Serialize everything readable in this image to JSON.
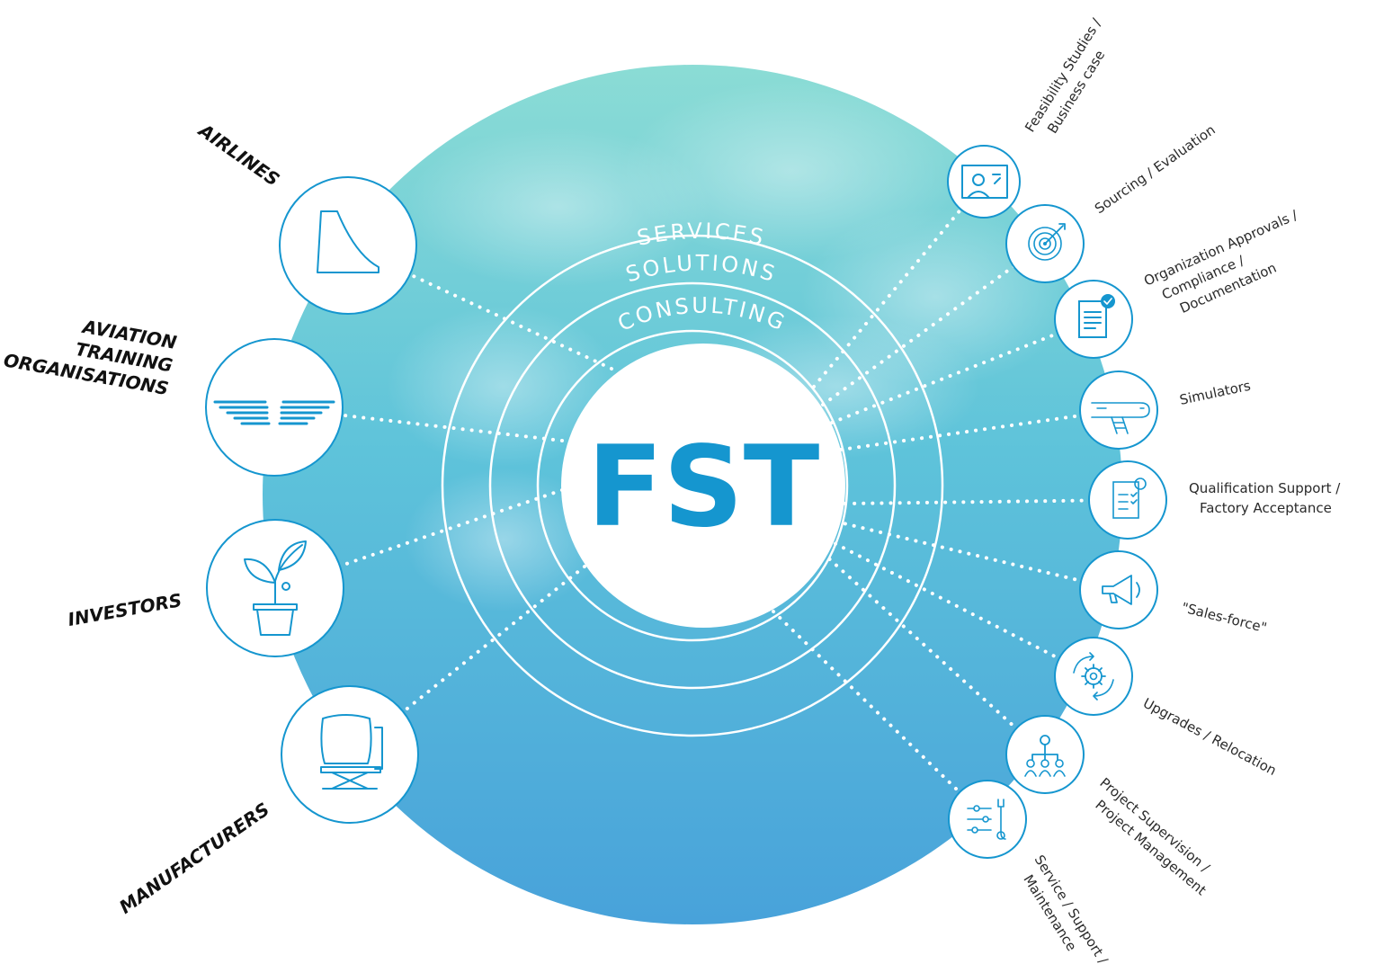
{
  "diagram": {
    "center_text": "FST",
    "ring_words": [
      "SERVICES",
      "SOLUTIONS",
      "CONSULTING"
    ],
    "colors": {
      "accent": "#1596cf",
      "circle_top": "#86dbd6",
      "circle_bottom": "#4aa3da",
      "ink": "#111111"
    },
    "clients": [
      {
        "label_lines": [
          "AIRLINES"
        ],
        "icon": "tail-fin-icon"
      },
      {
        "label_lines": [
          "AVIATION",
          "TRAINING",
          "ORGANISATIONS"
        ],
        "icon": "wings-icon"
      },
      {
        "label_lines": [
          "INVESTORS"
        ],
        "icon": "plant-icon"
      },
      {
        "label_lines": [
          "MANUFACTURERS"
        ],
        "icon": "simulator-seat-icon"
      }
    ],
    "services": [
      {
        "label_lines": [
          "Feasibility Studies /",
          "Business case"
        ],
        "icon": "presentation-icon"
      },
      {
        "label_lines": [
          "Sourcing / Evaluation"
        ],
        "icon": "target-icon"
      },
      {
        "label_lines": [
          "Organization Approvals /",
          "Compliance /",
          "Documentation"
        ],
        "icon": "certificate-icon"
      },
      {
        "label_lines": [
          "Simulators"
        ],
        "icon": "aircraft-stairs-icon"
      },
      {
        "label_lines": [
          "Qualification Support /",
          "Factory Acceptance"
        ],
        "icon": "checklist-icon"
      },
      {
        "label_lines": [
          "\"Sales-force\""
        ],
        "icon": "megaphone-icon"
      },
      {
        "label_lines": [
          "Upgrades / Relocation"
        ],
        "icon": "gear-cycle-icon"
      },
      {
        "label_lines": [
          "Project Supervision /",
          "Project Management"
        ],
        "icon": "org-chart-icon"
      },
      {
        "label_lines": [
          "Service / Support /",
          "Maintenance"
        ],
        "icon": "tools-icon"
      }
    ]
  }
}
